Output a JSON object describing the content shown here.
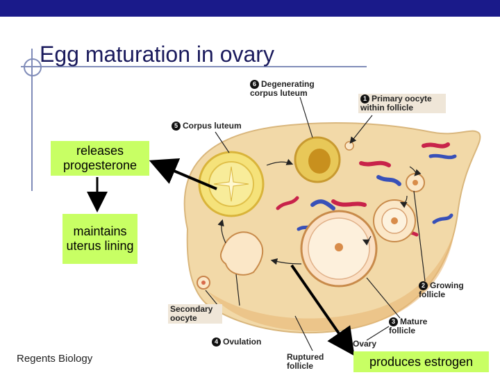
{
  "slide": {
    "title": "Egg maturation in ovary",
    "footer": "Regents Biology"
  },
  "callouts": {
    "progesterone": "releases progesterone",
    "uterus": "maintains uterus lining",
    "estrogen": "produces estrogen"
  },
  "labels": {
    "degenerating": {
      "num": "6",
      "text": "Degenerating corpus luteum"
    },
    "primary": {
      "num": "1",
      "text": "Primary oocyte within follicle"
    },
    "corpus": {
      "num": "5",
      "text": "Corpus luteum"
    },
    "growing": {
      "num": "2",
      "text": "Growing follicle"
    },
    "mature": {
      "num": "3",
      "text": "Mature follicle"
    },
    "ovulation": {
      "num": "4",
      "text": "Ovulation"
    },
    "secondary": "Secondary oocyte",
    "ovary": "Ovary",
    "ruptured": "Ruptured follicle"
  },
  "colors": {
    "bar": "#1a1a8a",
    "callout": "#c8ff64",
    "ovary": "#f2d9a8"
  }
}
